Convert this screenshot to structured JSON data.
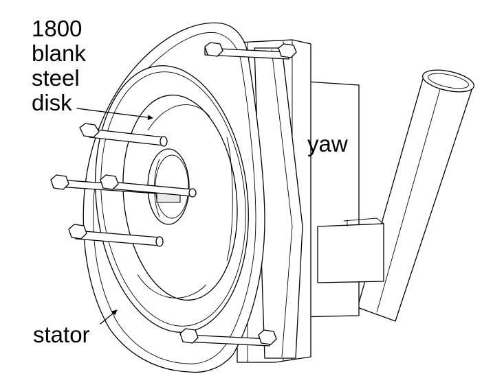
{
  "labels": {
    "disk_lines": [
      "1800",
      "blank",
      "steel",
      "disk"
    ],
    "yaw": "yaw",
    "stator": "stator"
  }
}
